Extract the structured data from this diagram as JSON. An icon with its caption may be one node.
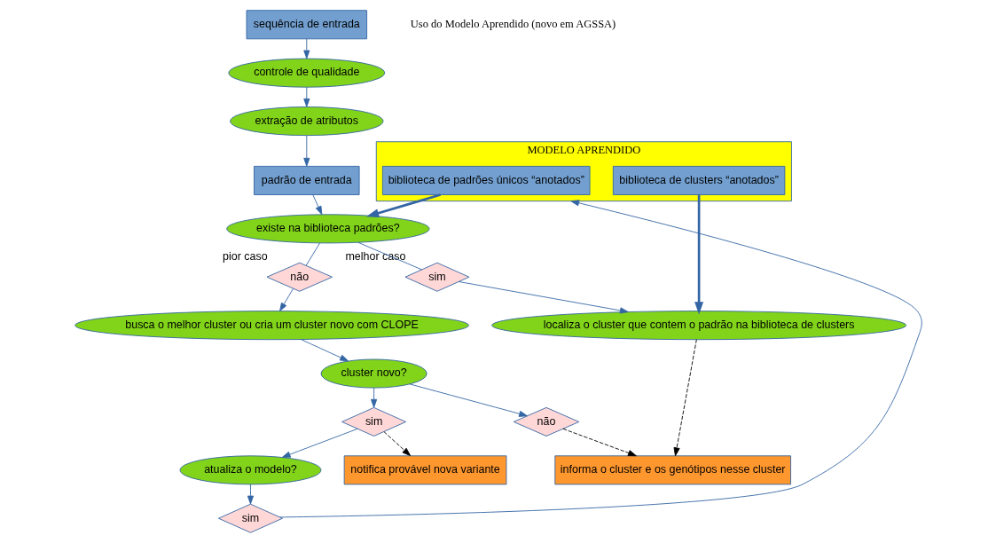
{
  "diagram": {
    "nodes": [
      {
        "text": [
          "sequência de entrada"
        ]
      },
      {
        "text": [
          "controle de qualidade"
        ]
      },
      {
        "text": [
          "extração de atributos"
        ]
      },
      {
        "text": [
          "padrão de entrada"
        ]
      },
      {
        "text": [
          "existe na biblioteca padrões?"
        ]
      },
      {
        "text": [
          "não"
        ],
        "beside": [
          "pior caso"
        ]
      },
      {
        "text": [
          "sim"
        ],
        "beside": [
          "melhor caso"
        ]
      },
      {
        "text": [
          "busca o melhor cluster ou cria um cluster novo com CLOPE"
        ]
      },
      {
        "text": [
          "localiza o cluster que contem o padrão na biblioteca de clusters"
        ]
      },
      {
        "text": [
          "cluster novo?"
        ]
      },
      {
        "text": [
          "não"
        ]
      },
      {
        "text": [
          "sim"
        ]
      },
      {
        "text": [
          "notifica provável nova variante"
        ]
      },
      {
        "text": [
          "atualiza o modelo?"
        ]
      },
      {
        "text": [
          "sim"
        ]
      },
      {
        "text": [
          "informa o cluster e os genótipos nesse cluster"
        ]
      },
      {
        "text": [
          "MODELO APRENDIDO"
        ]
      },
      {
        "text": [
          "biblioteca de padrões únicos “anotados”"
        ],
        "in": 16
      },
      {
        "text": [
          "biblioteca de clusters “anotados”"
        ],
        "in": 16
      }
    ],
    "edges": [
      {
        "from": 0,
        "to": 1,
        "arrow": "to"
      },
      {
        "from": 1,
        "to": 2,
        "arrow": "to"
      },
      {
        "from": 2,
        "to": 3,
        "arrow": "to"
      },
      {
        "from": 3,
        "to": 4,
        "arrow": "to"
      },
      {
        "from": 4,
        "to": 5,
        "arrow": "none"
      },
      {
        "from": 4,
        "to": 6,
        "arrow": "none"
      },
      {
        "from": 5,
        "to": 7,
        "arrow": "to"
      },
      {
        "from": 6,
        "to": 8,
        "arrow": "to"
      },
      {
        "from": 7,
        "to": 9,
        "arrow": "to"
      },
      {
        "from": 9,
        "to": 11,
        "arrow": "to"
      },
      {
        "from": 9,
        "to": 10,
        "arrow": "to"
      },
      {
        "from": 11,
        "to": 12,
        "arrow": "to",
        "style": "dashed",
        "color": "#000000"
      },
      {
        "from": 11,
        "to": 13,
        "arrow": "to"
      },
      {
        "from": 13,
        "to": 14,
        "arrow": "to"
      },
      {
        "from": 10,
        "to": 15,
        "arrow": "to",
        "style": "dashed",
        "color": "#000000"
      },
      {
        "from": 8,
        "to": 15,
        "arrow": "to",
        "style": "dashed",
        "color": "#000000"
      },
      {
        "from": 14,
        "to": 16,
        "arrow": "to"
      },
      {
        "from": 17,
        "to": 4,
        "arrow": "to",
        "style": "thick"
      },
      {
        "from": 18,
        "to": 8,
        "arrow": "to",
        "style": "thick"
      }
    ],
    "labels": [
      "Uso do Modelo Aprendido (novo em AGSSA)"
    ]
  }
}
